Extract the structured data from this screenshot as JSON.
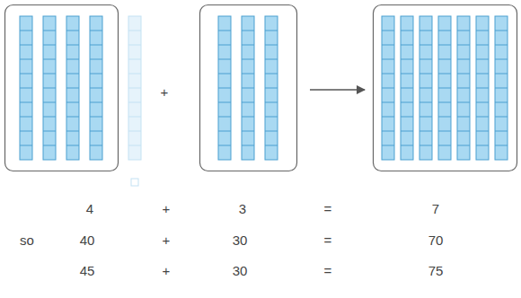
{
  "diagram": {
    "labels": [
      "+",
      "4",
      "+",
      "3",
      "=",
      "7",
      "so",
      "40",
      "+",
      "30",
      "=",
      "70",
      "45",
      "+",
      "30",
      "=",
      "75"
    ]
  }
}
